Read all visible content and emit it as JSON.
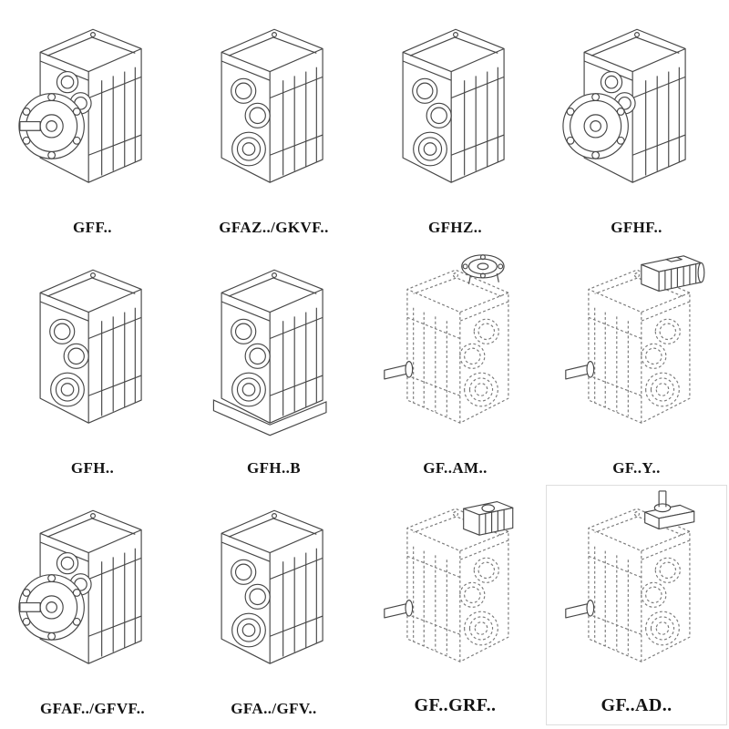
{
  "page": {
    "background": "#ffffff",
    "line_color": "#474747",
    "label_color": "#141414"
  },
  "cells": [
    {
      "label": "GFF..",
      "drawing": "flange-shaft-gearbox",
      "style": "solid"
    },
    {
      "label": "GFAZ../GKVF..",
      "drawing": "hollow-bore-gearbox",
      "style": "solid"
    },
    {
      "label": "GFHZ..",
      "drawing": "hollow-bore-gearbox",
      "style": "solid"
    },
    {
      "label": "GFHF..",
      "drawing": "flange-gearbox",
      "style": "solid"
    },
    {
      "label": "GFH..",
      "drawing": "hollow-bore-gearbox",
      "style": "solid"
    },
    {
      "label": "GFH..B",
      "drawing": "foot-mounted-gearbox",
      "style": "solid"
    },
    {
      "label": "GF..AM..",
      "drawing": "motor-flange-adapter-gearbox",
      "style": "phantom"
    },
    {
      "label": "GF..Y..",
      "drawing": "motor-mounted-gearbox",
      "style": "phantom"
    },
    {
      "label": "GFAF../GFVF..",
      "drawing": "flange-shaft-gearbox",
      "style": "solid"
    },
    {
      "label": "GFA../GFV..",
      "drawing": "hollow-bore-gearbox",
      "style": "solid"
    },
    {
      "label": "GF..GRF..",
      "drawing": "gear-adapter-gearbox",
      "style": "phantom"
    },
    {
      "label": "GF..AD..",
      "drawing": "input-shaft-adapter-gearbox",
      "style": "phantom"
    }
  ]
}
